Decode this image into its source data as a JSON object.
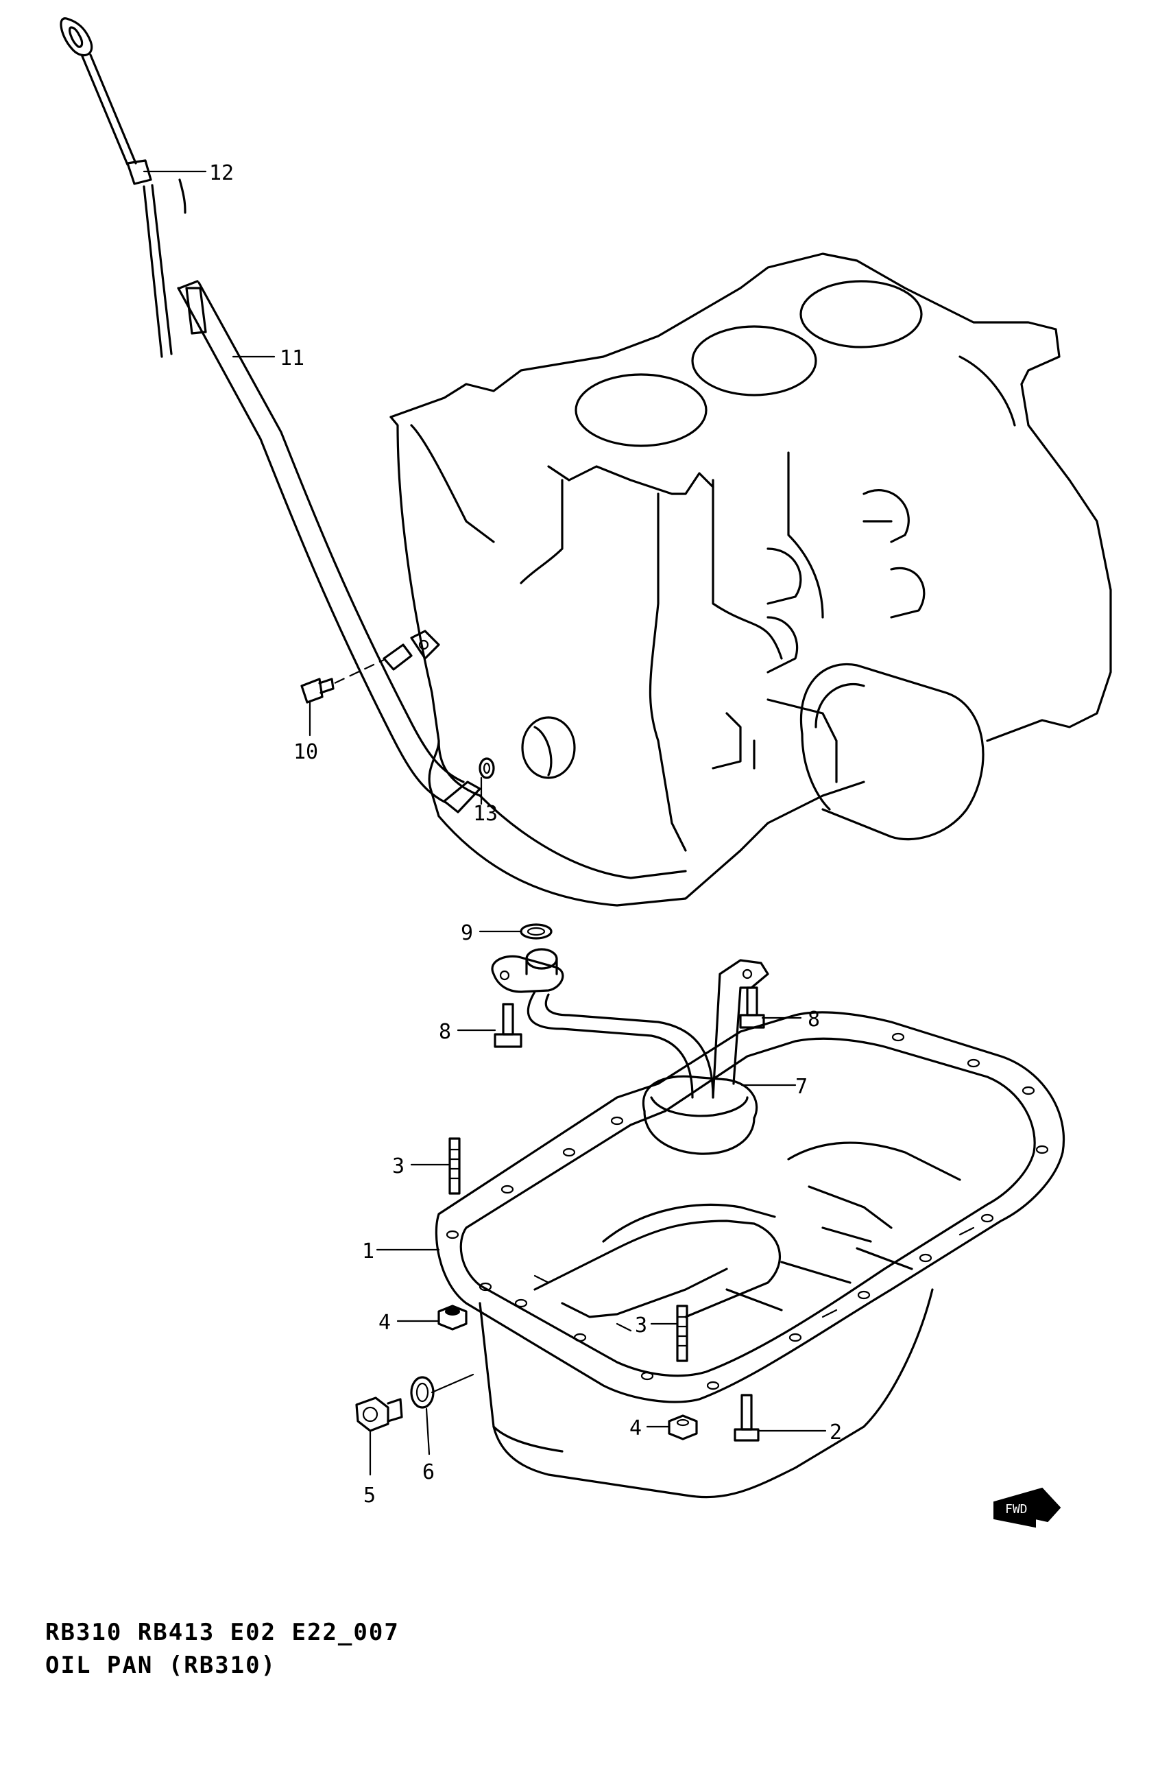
{
  "caption": {
    "model_line": "RB310 RB413 E02 E22_007",
    "title": "OIL PAN (RB310)"
  },
  "callouts": [
    {
      "id": "1",
      "label": "1"
    },
    {
      "id": "2",
      "label": "2"
    },
    {
      "id": "3a",
      "label": "3"
    },
    {
      "id": "3b",
      "label": "3"
    },
    {
      "id": "4a",
      "label": "4"
    },
    {
      "id": "4b",
      "label": "4"
    },
    {
      "id": "5",
      "label": "5"
    },
    {
      "id": "6",
      "label": "6"
    },
    {
      "id": "7",
      "label": "7"
    },
    {
      "id": "8a",
      "label": "8"
    },
    {
      "id": "8b",
      "label": "8"
    },
    {
      "id": "9",
      "label": "9"
    },
    {
      "id": "10",
      "label": "10"
    },
    {
      "id": "11",
      "label": "11"
    },
    {
      "id": "12",
      "label": "12"
    },
    {
      "id": "13",
      "label": "13"
    }
  ],
  "fwd_marker": "FWD"
}
